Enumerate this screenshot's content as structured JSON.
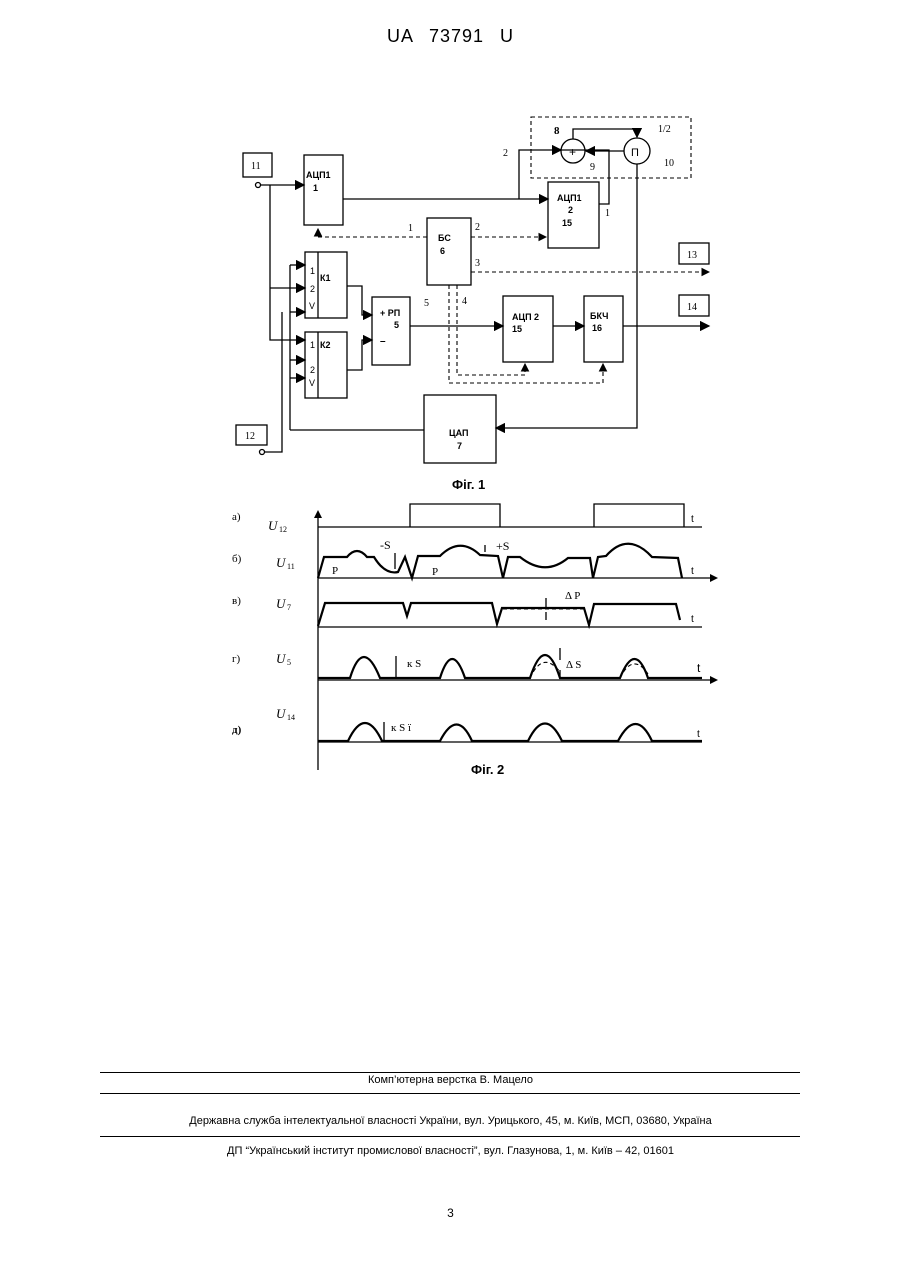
{
  "header": {
    "document_id": "UA   73791   U"
  },
  "figure1": {
    "caption": "Фіг. 1",
    "blocks": {
      "adc1": {
        "name": "АЦП1",
        "num": "1"
      },
      "k1": {
        "name": "К1",
        "pins": [
          "1",
          "2",
          "V"
        ]
      },
      "k2": {
        "name": "К2",
        "pins": [
          "1",
          "2",
          "V"
        ]
      },
      "rp": {
        "name": "+ РП",
        "num": "5",
        "minus": "–"
      },
      "bs": {
        "name": "БС",
        "num": "6"
      },
      "adc1_2": {
        "name": "АЦП1",
        "num1": "2",
        "num2": "15"
      },
      "adc2": {
        "name": "АЦП 2",
        "num": "15"
      },
      "bkch": {
        "name": "БКЧ",
        "num": "16"
      },
      "dac": {
        "name": "ЦАП",
        "num": "7"
      },
      "adder": {
        "symbol": "+",
        "num": "8",
        "num_b": "9"
      },
      "p": {
        "symbol": "П",
        "num": "10",
        "ratio": "1/2"
      },
      "in11": "11",
      "in12": "12",
      "out13": "13",
      "out14": "14"
    },
    "wire_labels": {
      "bs_in": "1",
      "bs_out2": "2",
      "bs_out3": "3",
      "bs_out4": "4",
      "rp_out": "5",
      "to_adder": "2",
      "adc_out": "1"
    }
  },
  "figure2": {
    "caption": "Фіг. 2",
    "axis_label": "t",
    "rows": [
      {
        "letter": "а)",
        "signal": "U",
        "sub": "12"
      },
      {
        "letter": "б)",
        "signal": "U",
        "sub": "11",
        "ann": [
          "-S",
          "+S",
          "P",
          "P"
        ]
      },
      {
        "letter": "в)",
        "signal": "U",
        "sub": "7",
        "ann": [
          "Δ P"
        ]
      },
      {
        "letter": "г)",
        "signal": "U",
        "sub": "5",
        "ann": [
          "к S",
          "Δ S"
        ]
      },
      {
        "letter": "д)",
        "signal": "U",
        "sub": "14",
        "ann": [
          "к S ї"
        ]
      }
    ]
  },
  "footer": {
    "layout_credit": "Комп’ютерна верстка В. Мацело",
    "office": "Державна служба інтелектуальної власності України, вул. Урицького, 45, м. Київ, МСП, 03680, Україна",
    "institute": "ДП “Український інститут промислової власності”, вул. Глазунова, 1, м. Київ – 42, 01601",
    "page_number": "3"
  }
}
